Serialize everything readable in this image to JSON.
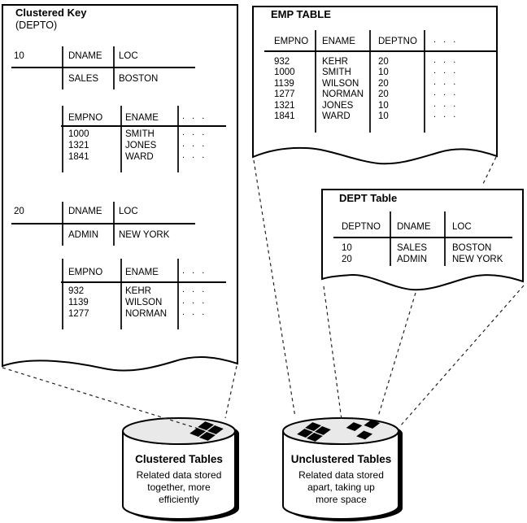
{
  "left_panel": {
    "title": "Clustered Key",
    "subtitle": "(DEPTO)",
    "clusters": [
      {
        "key": "10",
        "dept_header": [
          "DNAME",
          "LOC"
        ],
        "dept_row": [
          "SALES",
          "BOSTON"
        ],
        "emp_header": [
          "EMPNO",
          "ENAME",
          ". . ."
        ],
        "emp_rows": [
          [
            "1000",
            "SMITH",
            ". . ."
          ],
          [
            "1321",
            "JONES",
            ". . ."
          ],
          [
            "1841",
            "WARD",
            ". . ."
          ]
        ]
      },
      {
        "key": "20",
        "dept_header": [
          "DNAME",
          "LOC"
        ],
        "dept_row": [
          "ADMIN",
          "NEW YORK"
        ],
        "emp_header": [
          "EMPNO",
          "ENAME",
          ". . ."
        ],
        "emp_rows": [
          [
            "932",
            "KEHR",
            ". . ."
          ],
          [
            "1139",
            "WILSON",
            ". . ."
          ],
          [
            "1277",
            "NORMAN",
            ". . ."
          ]
        ]
      }
    ]
  },
  "emp_table": {
    "title": "EMP TABLE",
    "header": [
      "EMPNO",
      "ENAME",
      "DEPTNO",
      ". . ."
    ],
    "rows": [
      [
        "932",
        "KEHR",
        "20",
        ". . ."
      ],
      [
        "1000",
        "SMITH",
        "10",
        ". . ."
      ],
      [
        "1139",
        "WILSON",
        "20",
        ". . ."
      ],
      [
        "1277",
        "NORMAN",
        "20",
        ". . ."
      ],
      [
        "1321",
        "JONES",
        "10",
        ". . ."
      ],
      [
        "1841",
        "WARD",
        "10",
        ". . ."
      ]
    ]
  },
  "dept_table": {
    "title": "DEPT Table",
    "header": [
      "DEPTNO",
      "DNAME",
      "LOC"
    ],
    "rows": [
      [
        "10",
        "SALES",
        "BOSTON"
      ],
      [
        "20",
        "ADMIN",
        "NEW YORK"
      ]
    ]
  },
  "clustered_disk": {
    "title": "Clustered Tables",
    "caption_lines": [
      "Related data stored",
      "together, more",
      "efficiently"
    ]
  },
  "unclustered_disk": {
    "title": "Unclustered Tables",
    "caption_lines": [
      "Related data stored",
      "apart, taking up",
      "more space"
    ]
  },
  "icons": {
    "diamond_cluster": "data-block-diamonds-icon"
  },
  "colors": {
    "line": "#000000",
    "disk_top": "#e9e9e9",
    "background": "#ffffff",
    "dashed_line": "#222222"
  }
}
